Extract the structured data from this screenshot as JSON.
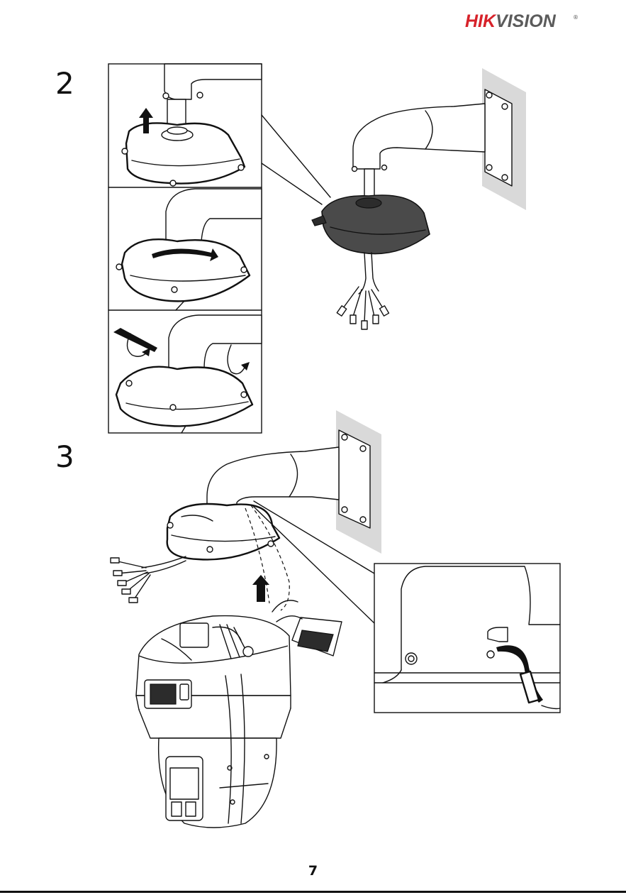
{
  "header": {
    "brand_part1": "HIK",
    "brand_part2": "VISION",
    "registered_mark": "®"
  },
  "steps": [
    {
      "number": "2"
    },
    {
      "number": "3"
    }
  ],
  "footer": {
    "page_number": "7"
  },
  "colors": {
    "brand_red": "#d7222a",
    "brand_gray": "#5b5b5b",
    "wall_gray": "#d9d9d9",
    "dark_part": "#4a4a4a"
  }
}
